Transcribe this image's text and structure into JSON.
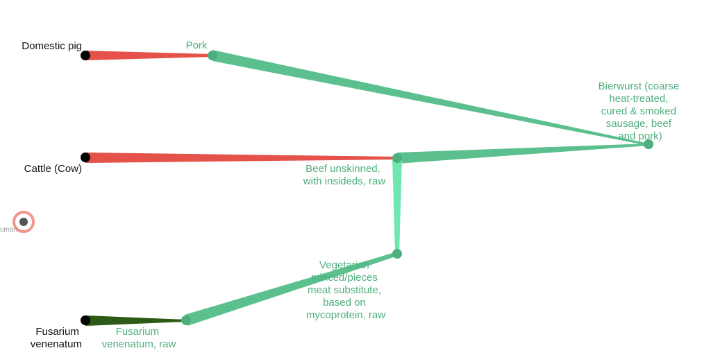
{
  "colors": {
    "source_edge": "#e5524a",
    "fungus_edge": "#2d5a16",
    "food_edge": "#5cc08e",
    "vertical_edge": "#6fe8b0",
    "food_node": "#4daf7c",
    "source_node": "#000000",
    "human_ring": "#f2958d",
    "human_dot": "#555555"
  },
  "sources": {
    "pig": "Domestic pig",
    "cattle": [
      "Cattle (Cow)"
    ],
    "fusarium": [
      "Fusarium",
      "venenatum"
    ],
    "human": "uman"
  },
  "foods": {
    "pork": [
      "Pork"
    ],
    "bierwurst": [
      "Bierwurst (coarse",
      "heat-treated,",
      "cured & smoked",
      "sausage, beef",
      "and pork)"
    ],
    "beef": [
      "Beef unskinned,",
      "with insideds, raw"
    ],
    "vegetarian": [
      "Vegetarian",
      "minced/pieces",
      "meat substitute,",
      "based on",
      "mycoprotein, raw"
    ],
    "fusarium_raw": [
      "Fusarium",
      "venenatum, raw"
    ]
  }
}
